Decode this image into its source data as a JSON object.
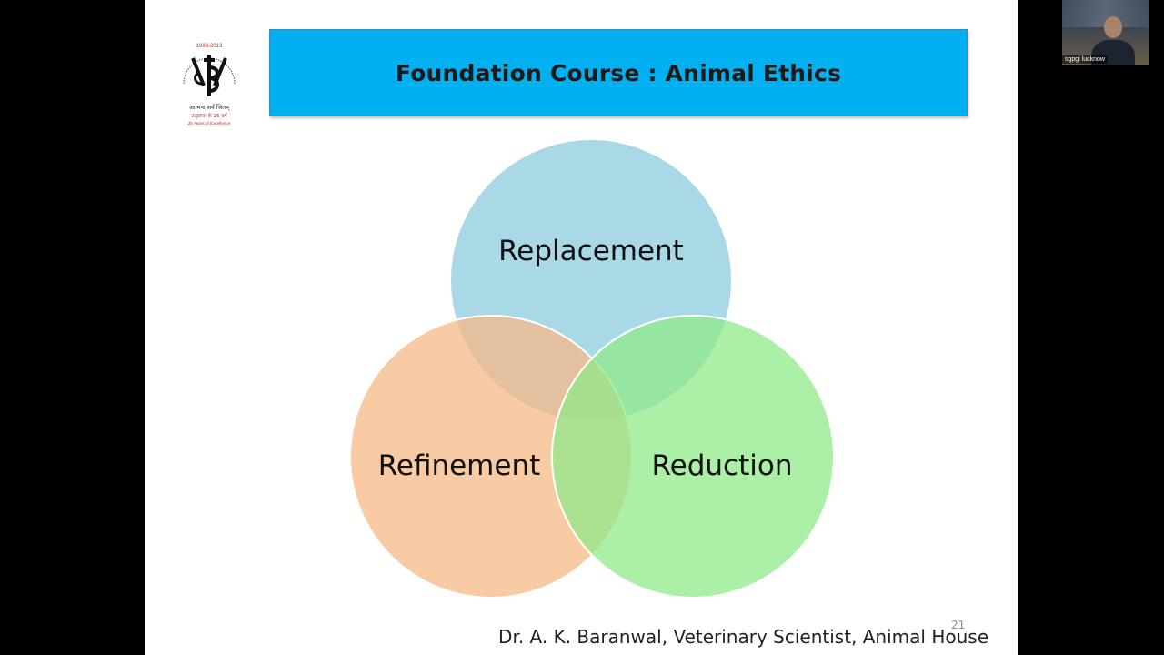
{
  "slide": {
    "title": "Foundation Course : Animal Ethics",
    "footer": "Dr. A. K. Baranwal, Veterinary Scientist, Animal House",
    "slide_number": "21",
    "logo": {
      "years": "1988-2013",
      "motto": "आत्मना सर्वं जितम्",
      "subtitle": "उत्कृष्टता के 25 वर्ष",
      "caption": "25 Years of Excellence"
    }
  },
  "venn": {
    "circles": [
      {
        "label": "Replacement",
        "color": "#8ccbdd"
      },
      {
        "label": "Refinement",
        "color": "#f7b987"
      },
      {
        "label": "Reduction",
        "color": "#90ea88"
      }
    ]
  },
  "video": {
    "participant_name": "sgpgi lucknow"
  },
  "colors": {
    "banner": "#00b0f0",
    "background": "#000000",
    "slide": "#ffffff"
  }
}
